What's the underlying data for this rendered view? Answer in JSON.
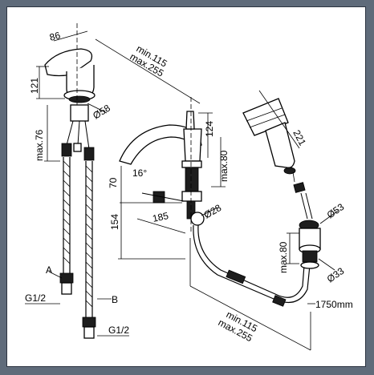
{
  "window": {
    "background": "#5f6b7a",
    "panel_background": "#ffffff"
  },
  "labels": {
    "w86": "86",
    "h121": "121",
    "d58": "Ø58",
    "max76": "max.76",
    "min115_top": "min.115",
    "max255_top": "max.255",
    "h124": "124",
    "max80_spout": "max.80",
    "angle16": "16°",
    "h70": "70",
    "h154": "154",
    "w185": "185",
    "d28": "Ø28",
    "h221": "221",
    "d53": "Ø53",
    "max80_holder": "max.80",
    "d33": "Ø33",
    "hose_len": "1750mm",
    "min115_bot": "min.115",
    "max255_bot": "max.255",
    "hose_a": "A",
    "hose_b": "B",
    "thread_left": "G1/2",
    "thread_right": "G1/2"
  }
}
